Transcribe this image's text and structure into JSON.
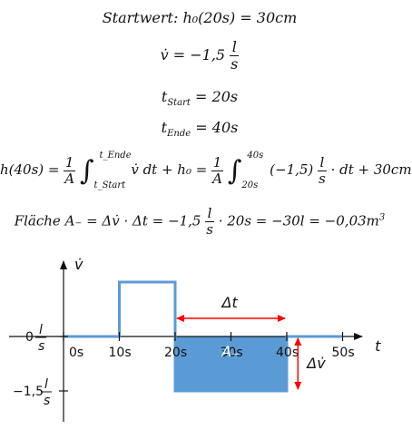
{
  "equations": {
    "startwert_label": "Startwert:",
    "startwert_expr": "h₀(20s) = 30cm",
    "vdot_lhs": "v̇ = −1,5",
    "vdot_num": "l",
    "vdot_den": "s",
    "tstart_lhs": "t",
    "tstart_sub": "Start",
    "tstart_rhs": "= 20s",
    "tende_lhs": "t",
    "tende_sub": "Ende",
    "tende_rhs": "= 40s",
    "h40_lhs": "h(40s) =",
    "h40_frac_num": "1",
    "h40_frac_den": "A",
    "h40_int1_upper": "t_Ende",
    "h40_int1_lower": "t_Start",
    "h40_int1_body": "v̇ dt + h₀ =",
    "h40_int2_upper": "40s",
    "h40_int2_lower": "20s",
    "h40_int2_body_a": "(−1,5)",
    "h40_int2_body_b": "· dt + 30cm",
    "flaeche_lhs": "Fläche A₋ = Δv̇ · Δt = −1,5",
    "flaeche_mid": "· 20s = −30l = −0,03m",
    "flaeche_exp": "3"
  },
  "chart_data": {
    "type": "line",
    "title": "",
    "xlabel": "t",
    "ylabel": "v̇",
    "x_ticks": [
      "0s",
      "10s",
      "20s",
      "30s",
      "40s",
      "50s"
    ],
    "y_ticks": [
      "0 l/s",
      "−1,5 l/s"
    ],
    "series": [
      {
        "x": [
          0,
          10,
          10,
          20,
          20,
          40,
          40,
          50
        ],
        "y": [
          0,
          0,
          1.5,
          1.5,
          -1.5,
          -1.5,
          0,
          0
        ]
      }
    ],
    "xlim": [
      0,
      50
    ],
    "ylim": [
      -1.5,
      1.5
    ],
    "shaded_area": {
      "x": [
        20,
        40
      ],
      "y": [
        -1.5,
        0
      ],
      "label": "A₋",
      "color": "#5b9bd5"
    },
    "annotations": [
      {
        "text": "Δt",
        "type": "double-arrow-horizontal",
        "x": [
          20,
          40
        ],
        "y": 0.75,
        "color": "#ff0000"
      },
      {
        "text": "Δv̇",
        "type": "double-arrow-vertical",
        "x": 42,
        "y": [
          -1.5,
          0
        ],
        "color": "#ff0000"
      }
    ],
    "colors": {
      "line": "#5b9bd5",
      "fill": "#5b9bd5",
      "arrow": "#ff0000",
      "axis": "#111111"
    }
  }
}
